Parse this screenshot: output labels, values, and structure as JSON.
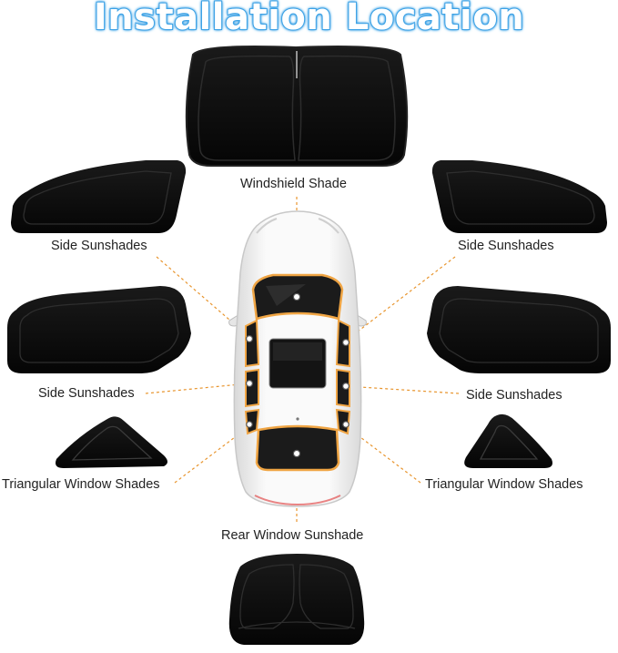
{
  "title": "Installation Location",
  "labels": {
    "windshield": "Windshield Shade",
    "side_front_left": "Side Sunshades",
    "side_front_right": "Side Sunshades",
    "side_rear_left": "Side Sunshades",
    "side_rear_right": "Side Sunshades",
    "triangular_left": "Triangular Window Shades",
    "triangular_right": "Triangular Window Shades",
    "rear": "Rear Window Sunshade"
  },
  "colors": {
    "title_fill": "#ffffff",
    "title_stroke": "#3fa3e6",
    "shade_fill": "#0c0c0c",
    "shade_edge": "#2a2a2a",
    "leader_line": "#e8952e",
    "car_body": "#f4f4f4",
    "glass_fill": "#1c1c1c",
    "glass_border": "#f0a544"
  }
}
